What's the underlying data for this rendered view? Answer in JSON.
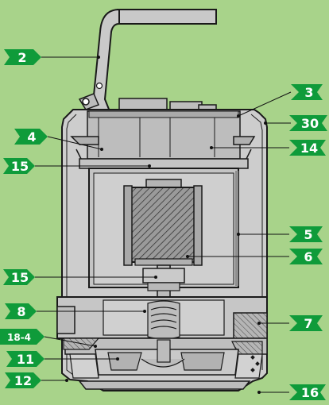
{
  "colors": {
    "background": "#a8d38a",
    "callout_fill": "#0f9b3a",
    "callout_text": "#ffffff",
    "housing_fill": "#c9c9c9",
    "housing_stroke": "#1a1a1a",
    "dark_fill": "#8c8c8c"
  },
  "callouts": {
    "c2": {
      "label": "2"
    },
    "c3": {
      "label": "3"
    },
    "c30": {
      "label": "30"
    },
    "c4": {
      "label": "4"
    },
    "c14": {
      "label": "14"
    },
    "c15a": {
      "label": "15"
    },
    "c5": {
      "label": "5"
    },
    "c6": {
      "label": "6"
    },
    "c15b": {
      "label": "15"
    },
    "c8": {
      "label": "8"
    },
    "c7": {
      "label": "7"
    },
    "c18_4": {
      "label": "18-4"
    },
    "c11": {
      "label": "11"
    },
    "c12": {
      "label": "12"
    },
    "c16": {
      "label": "16"
    }
  }
}
